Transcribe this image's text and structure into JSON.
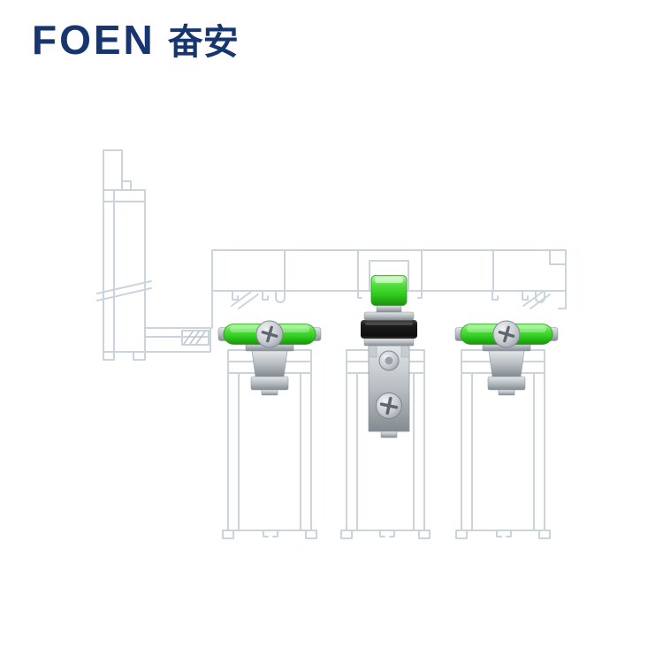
{
  "brand": {
    "logo_en": "FOEN",
    "logo_cn": "奋安"
  },
  "colors": {
    "page-bg": "#ffffff",
    "brand-navy": "#17356f",
    "profile-stroke": "#cbd4dc",
    "hatch-stroke": "#b9c3cb",
    "green-main": "#3ed32c",
    "green-light": "#a8f595",
    "green-dark": "#1c9a11",
    "metal-light": "#dde1e4",
    "metal-mid": "#b2b9be",
    "metal-dark": "#848d94",
    "ring-black": "#141414"
  },
  "diagram": {
    "parts": [
      "left-frame-profile",
      "top-track-profile",
      "sash-profile-left",
      "sash-profile-center",
      "sash-profile-right",
      "roller-assembly-left",
      "roller-assembly-right",
      "anti-lift-block"
    ]
  }
}
